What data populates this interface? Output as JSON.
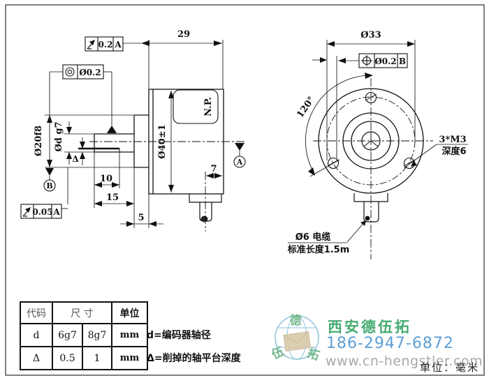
{
  "side": {
    "dim29": "29",
    "dim40": "Ø40±1",
    "dim20": "Ø20f8",
    "dimd": "Ød g7",
    "dim10": "10",
    "dim15": "15",
    "dim5": "5",
    "dim7": "7",
    "delta": "Δ",
    "np": "N.P.",
    "runout_top_val": "0.2",
    "runout_top_datum": "A",
    "conc_val": "Ø0.2",
    "runout_bot_val": "0.05",
    "runout_bot_datum": "A",
    "datumA": "A",
    "datumB": "B"
  },
  "front": {
    "dim33": "Ø33",
    "angle": "120°",
    "pos_val": "Ø0.2",
    "pos_datum": "B",
    "thread1": "3*M3",
    "thread2": "深度6",
    "cable1": "Ø6 电缆",
    "cable2": "标准长度1.5m"
  },
  "table": {
    "h_code": "代码",
    "h_size": "尺 寸",
    "h_unit": "单位",
    "rows": [
      [
        "d",
        "6g7",
        "8g7",
        "mm"
      ],
      [
        "Δ",
        "0.5",
        "1",
        "mm"
      ]
    ],
    "note1": "d=编码器轴径",
    "note2": "Δ=削掉的轴平台深度"
  },
  "footer": {
    "company": "西安德伍拓",
    "phone": "186-2947-6872",
    "site": "www.cn-hengstler.com",
    "unit": "单位：毫米",
    "logo_top": "德",
    "logo_left": "伍",
    "logo_right": "拓"
  },
  "colors": {
    "line": "#111111",
    "company_green": "#46AB72",
    "phone_blue": "#5C9FD6",
    "url_grey": "#A8A8A8",
    "logo_blue": "#8FC3DC",
    "envelope_tan": "#D9C9A9"
  }
}
